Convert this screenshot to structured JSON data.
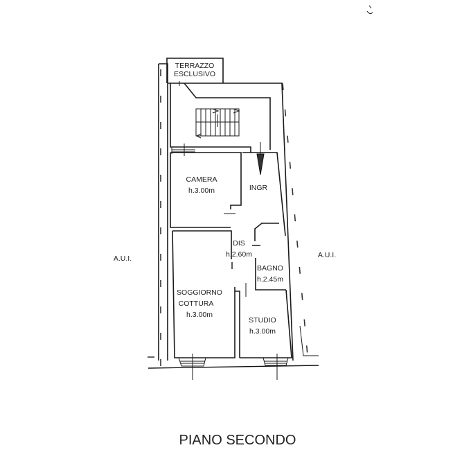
{
  "title": "PIANO SECONDO",
  "terrace": {
    "line1": "TERRAZZO",
    "line2": "ESCLUSIVO"
  },
  "rooms": {
    "camera": {
      "name": "CAMERA",
      "height": "h.3.00m"
    },
    "ingr": {
      "name": "INGR"
    },
    "dis": {
      "name": "DIS",
      "height": "h.2.60m"
    },
    "bagno": {
      "name": "BAGNO",
      "height": "h.2.45m"
    },
    "soggiorno": {
      "name1": "SOGGIORNO",
      "name2": "COTTURA",
      "height": "h.3.00m"
    },
    "studio": {
      "name": "STUDIO",
      "height": "h.3.00m"
    }
  },
  "neighbors": {
    "left": "A.U.I.",
    "right": "A.U.I."
  }
}
